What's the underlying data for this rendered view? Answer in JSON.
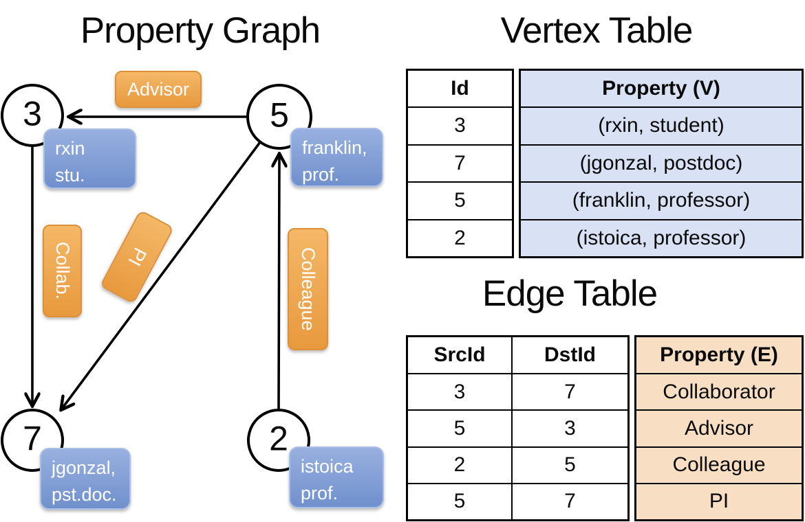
{
  "graph": {
    "title": "Property Graph",
    "nodes": [
      {
        "id": "3"
      },
      {
        "id": "5"
      },
      {
        "id": "7"
      },
      {
        "id": "2"
      }
    ],
    "vertex_labels": [
      {
        "line1": "rxin",
        "line2": "stu."
      },
      {
        "line1": "franklin,",
        "line2": "prof."
      },
      {
        "line1": "jgonzal,",
        "line2": "pst.doc."
      },
      {
        "line1": "istoica",
        "line2": "prof."
      }
    ],
    "edge_labels": {
      "advisor": "Advisor",
      "collab": "Collab.",
      "pi": "PI",
      "colleague": "Colleague"
    }
  },
  "vertex_table": {
    "title": "Vertex Table",
    "col_id": "Id",
    "col_property": "Property (V)",
    "rows": [
      {
        "id": "3",
        "property": "(rxin, student)"
      },
      {
        "id": "7",
        "property": "(jgonzal, postdoc)"
      },
      {
        "id": "5",
        "property": "(franklin, professor)"
      },
      {
        "id": "2",
        "property": "(istoica, professor)"
      }
    ]
  },
  "edge_table": {
    "title": "Edge Table",
    "col_src": "SrcId",
    "col_dst": "DstId",
    "col_property": "Property (E)",
    "rows": [
      {
        "src": "3",
        "dst": "7",
        "property": "Collaborator"
      },
      {
        "src": "5",
        "dst": "3",
        "property": "Advisor"
      },
      {
        "src": "2",
        "dst": "5",
        "property": "Colleague"
      },
      {
        "src": "5",
        "dst": "7",
        "property": "PI"
      }
    ]
  },
  "colors": {
    "vertex_property_fill": "#d9e2f4",
    "edge_property_fill": "#f8dfc4",
    "vertex_box_blue": "#7e9cd4",
    "edge_label_orange": "#eca14e",
    "line_color": "#000000"
  }
}
